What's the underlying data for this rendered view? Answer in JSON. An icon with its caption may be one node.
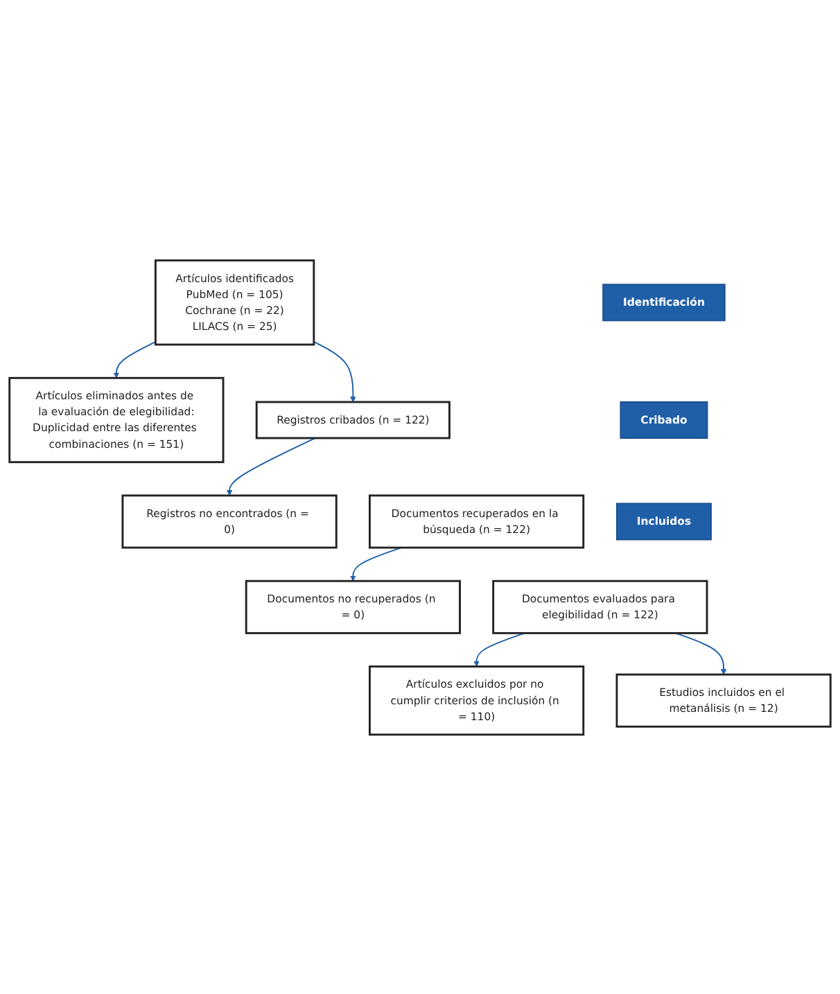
{
  "diagram": {
    "nodes": [
      {
        "text": [
          "Identificación"
        ]
      },
      {
        "text": [
          "Artículos identificados",
          "PubMed (n = 105)",
          "Cochrane (n = 22)",
          "LILACS (n = 25)"
        ]
      },
      {
        "text": [
          "Artículos eliminados antes de la evaluación de elegibilidad:",
          "Duplicidad entre las diferentes combinaciones (n = 151)"
        ]
      },
      {
        "text": [
          "Cribado"
        ]
      },
      {
        "text": [
          "Registros cribados (n = 122)"
        ]
      },
      {
        "text": [
          "Registros no encontrados (n = 0)"
        ]
      },
      {
        "text": [
          "Documentos recuperados en la búsqueda (n = 122)"
        ]
      },
      {
        "text": [
          "Documentos no recuperados (n = 0)"
        ]
      },
      {
        "text": [
          "Documentos evaluados para elegibilidad (n = 122)"
        ]
      },
      {
        "text": [
          "Artículos excluidos por no cumplir criterios de inclusión (n = 110)"
        ]
      },
      {
        "text": [
          "Incluidos"
        ]
      },
      {
        "text": [
          "Estudios incluidos en el metanálisis (n = 12)"
        ]
      }
    ],
    "edges": [
      {
        "from": 1,
        "to": 2,
        "arrow": "to"
      },
      {
        "from": 1,
        "to": 4,
        "arrow": "to"
      },
      {
        "from": 4,
        "to": 5,
        "arrow": "to"
      },
      {
        "from": 6,
        "to": 7,
        "arrow": "to"
      },
      {
        "from": 8,
        "to": 9,
        "arrow": "to"
      },
      {
        "from": 8,
        "to": 11,
        "arrow": "to"
      }
    ]
  }
}
